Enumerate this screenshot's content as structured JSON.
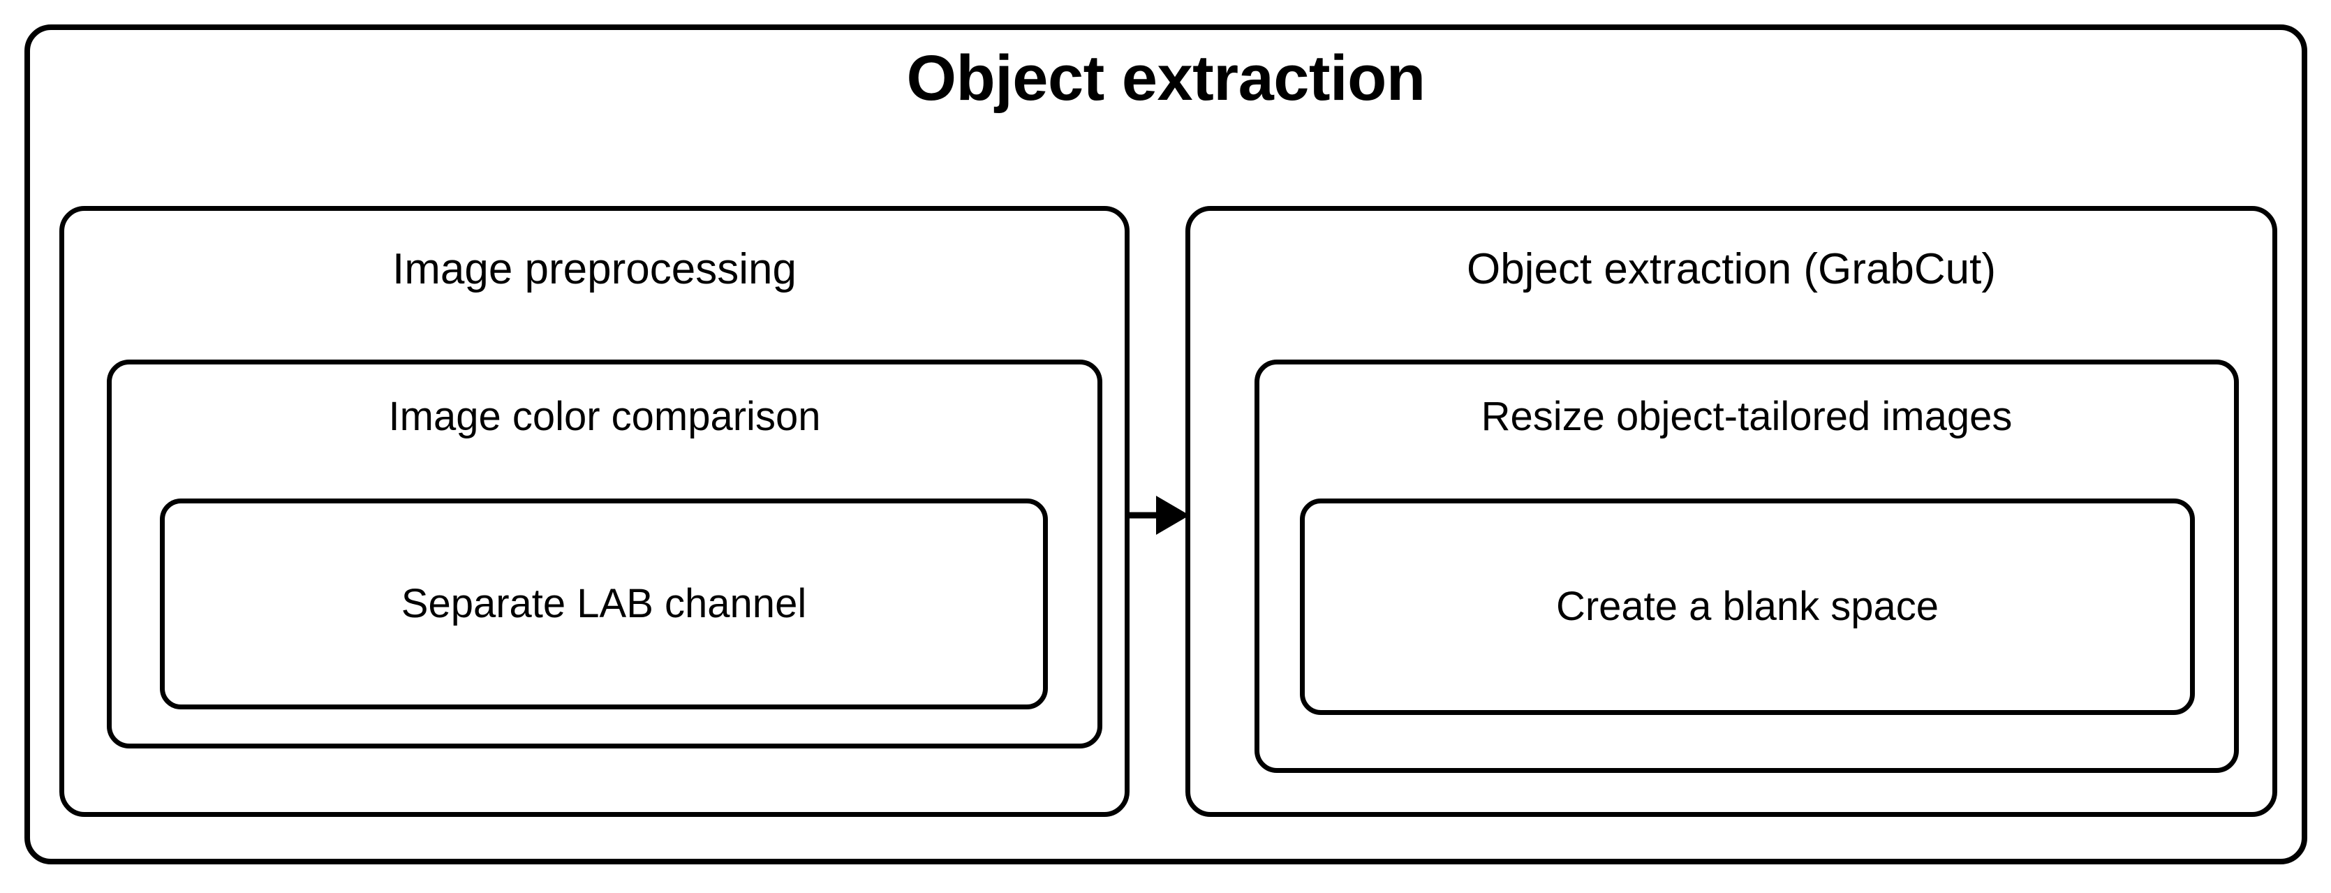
{
  "diagram": {
    "title": "Object extraction",
    "type": "nested-block-flow",
    "background_color": "#ffffff",
    "line_color": "#000000",
    "stages": [
      {
        "id": "image-preprocessing",
        "title": "Image preprocessing",
        "level2": {
          "id": "image-color-comparison",
          "title": "Image color comparison",
          "level3": {
            "id": "separate-lab-channel",
            "title": "Separate LAB channel"
          }
        }
      },
      {
        "id": "object-extraction-grabcut",
        "title": "Object extraction (GrabCut)",
        "level2": {
          "id": "resize-object-tailored-images",
          "title": "Resize object-tailored images",
          "level3": {
            "id": "create-a-blank-space",
            "title": "Create a blank space"
          }
        }
      }
    ],
    "connector": {
      "from": "image-preprocessing",
      "to": "object-extraction-grabcut",
      "icon": "arrow-right-icon",
      "direction": "right"
    }
  }
}
